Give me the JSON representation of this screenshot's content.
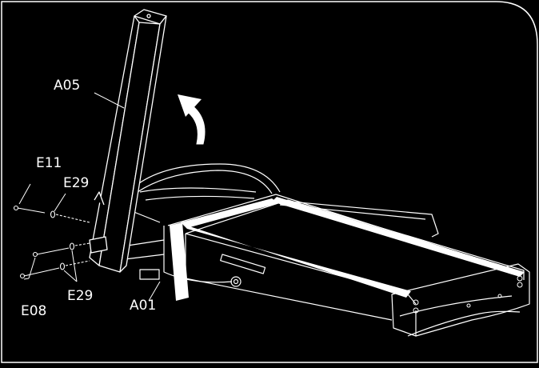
{
  "diagram": {
    "labels": {
      "a05": "A05",
      "e11": "E11",
      "e29_top": "E29",
      "e29_bottom": "E29",
      "e08": "E08",
      "a01": "A01"
    },
    "colors": {
      "background": "#000000",
      "line": "#ffffff"
    },
    "icons": [
      "lift-arrow-icon"
    ]
  }
}
